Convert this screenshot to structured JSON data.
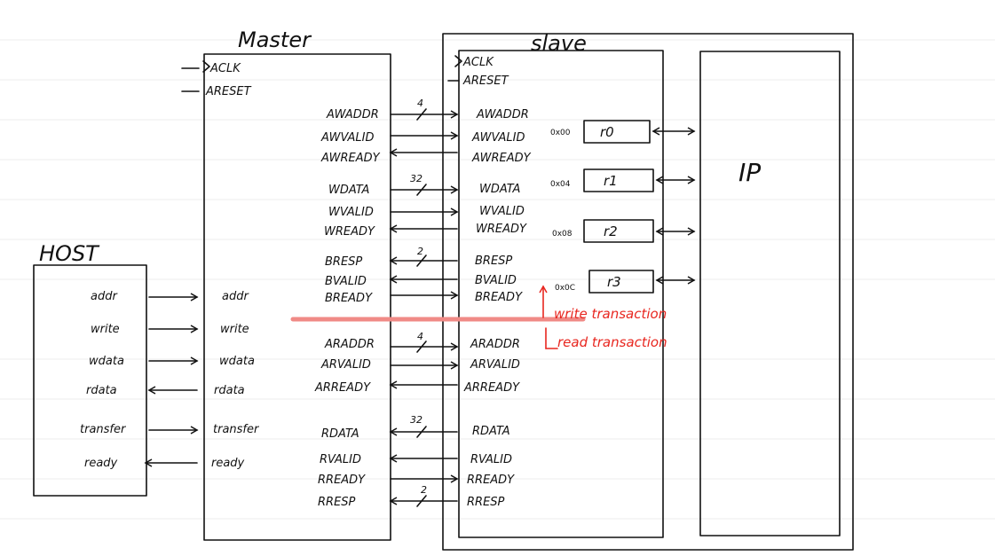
{
  "titles": {
    "master": "Master",
    "slave": "slave",
    "host": "HOST",
    "ip": "IP"
  },
  "clock_reset": {
    "aclk": "ACLK",
    "areset": "ARESET"
  },
  "host_signals": [
    "addr",
    "write",
    "wdata",
    "rdata",
    "transfer",
    "ready"
  ],
  "axi_signals": [
    "AWADDR",
    "AWVALID",
    "AWREADY",
    "WDATA",
    "WVALID",
    "WREADY",
    "BRESP",
    "BVALID",
    "BREADY",
    "ARADDR",
    "ARVALID",
    "ARREADY",
    "RDATA",
    "RVALID",
    "RREADY",
    "RRESP"
  ],
  "bus_widths": [
    "4",
    "32",
    "2",
    "4",
    "32",
    "2"
  ],
  "registers": [
    {
      "addr": "0x00",
      "name": "r0"
    },
    {
      "addr": "0x04",
      "name": "r1"
    },
    {
      "addr": "0x08",
      "name": "r2"
    },
    {
      "addr": "0x0C",
      "name": "r3"
    }
  ],
  "annotations": {
    "write": "write transaction",
    "read": "read transaction"
  },
  "colors": {
    "ink": "#111111",
    "annotation": "#e8261f",
    "divider": "#f08a86"
  }
}
